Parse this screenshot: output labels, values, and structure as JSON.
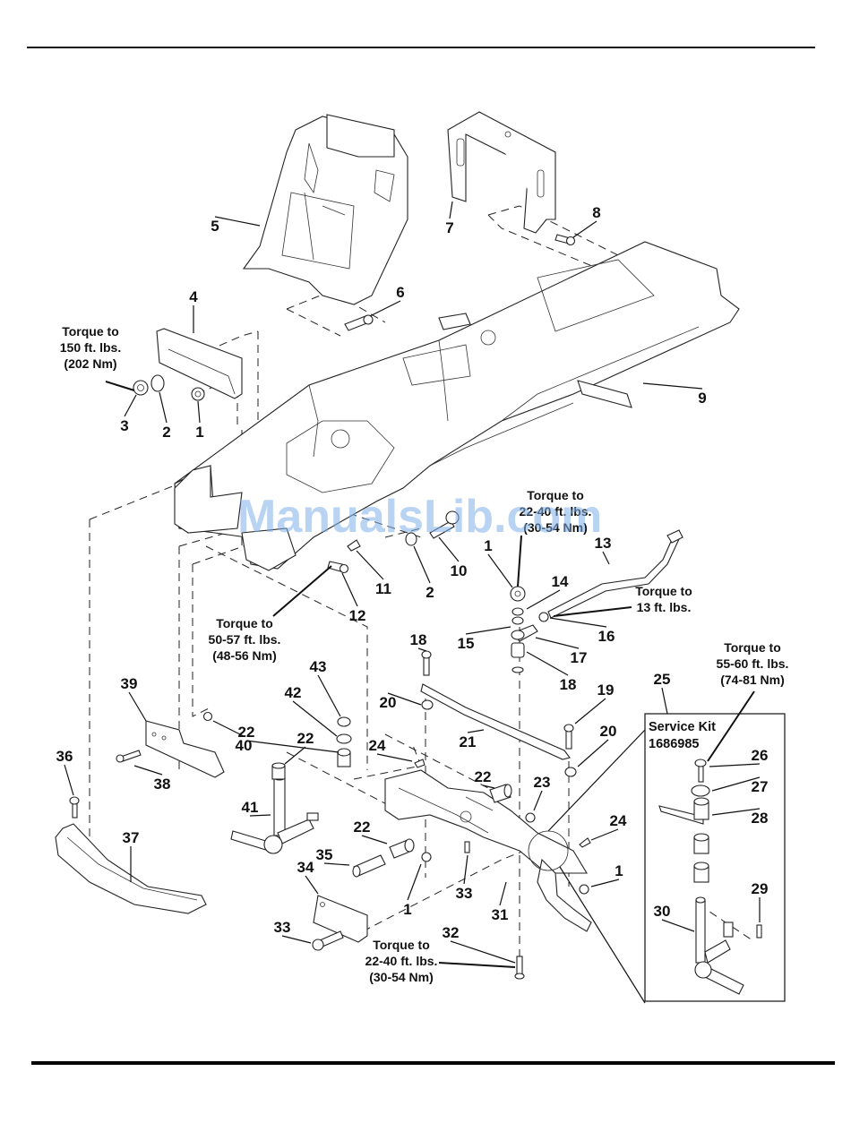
{
  "document": {
    "type": "parts-breakdown-diagram",
    "watermark": "ManualsLib.com"
  },
  "callouts": [
    {
      "id": "c1a",
      "label": "1"
    },
    {
      "id": "c2a",
      "label": "2"
    },
    {
      "id": "c3",
      "label": "3"
    },
    {
      "id": "c4",
      "label": "4"
    },
    {
      "id": "c5",
      "label": "5"
    },
    {
      "id": "c6",
      "label": "6"
    },
    {
      "id": "c7",
      "label": "7"
    },
    {
      "id": "c8",
      "label": "8"
    },
    {
      "id": "c9",
      "label": "9"
    },
    {
      "id": "c10",
      "label": "10"
    },
    {
      "id": "c2b",
      "label": "2"
    },
    {
      "id": "c11",
      "label": "11"
    },
    {
      "id": "c12",
      "label": "12"
    },
    {
      "id": "c1b",
      "label": "1"
    },
    {
      "id": "c13",
      "label": "13"
    },
    {
      "id": "c14",
      "label": "14"
    },
    {
      "id": "c15",
      "label": "15"
    },
    {
      "id": "c16",
      "label": "16"
    },
    {
      "id": "c17",
      "label": "17"
    },
    {
      "id": "c18a",
      "label": "18"
    },
    {
      "id": "c18b",
      "label": "18"
    },
    {
      "id": "c19",
      "label": "19"
    },
    {
      "id": "c20a",
      "label": "20"
    },
    {
      "id": "c20b",
      "label": "20"
    },
    {
      "id": "c21",
      "label": "21"
    },
    {
      "id": "c22a",
      "label": "22"
    },
    {
      "id": "c22b",
      "label": "22"
    },
    {
      "id": "c22c",
      "label": "22"
    },
    {
      "id": "c22d",
      "label": "22"
    },
    {
      "id": "c23",
      "label": "23"
    },
    {
      "id": "c24a",
      "label": "24"
    },
    {
      "id": "c24b",
      "label": "24"
    },
    {
      "id": "c25",
      "label": "25"
    },
    {
      "id": "c26",
      "label": "26"
    },
    {
      "id": "c27",
      "label": "27"
    },
    {
      "id": "c28",
      "label": "28"
    },
    {
      "id": "c29",
      "label": "29"
    },
    {
      "id": "c30",
      "label": "30"
    },
    {
      "id": "c31",
      "label": "31"
    },
    {
      "id": "c32",
      "label": "32"
    },
    {
      "id": "c33a",
      "label": "33"
    },
    {
      "id": "c33b",
      "label": "33"
    },
    {
      "id": "c34",
      "label": "34"
    },
    {
      "id": "c35",
      "label": "35"
    },
    {
      "id": "c1c",
      "label": "1"
    },
    {
      "id": "c1d",
      "label": "1"
    },
    {
      "id": "c36",
      "label": "36"
    },
    {
      "id": "c37",
      "label": "37"
    },
    {
      "id": "c38",
      "label": "38"
    },
    {
      "id": "c39",
      "label": "39"
    },
    {
      "id": "c40",
      "label": "40"
    },
    {
      "id": "c41",
      "label": "41"
    },
    {
      "id": "c42",
      "label": "42"
    },
    {
      "id": "c43",
      "label": "43"
    }
  ],
  "torque_notes": [
    {
      "id": "t1",
      "lines": [
        "Torque to",
        "150 ft. lbs.",
        "(202 Nm)"
      ]
    },
    {
      "id": "t2",
      "lines": [
        "Torque to",
        "22-40 ft. lbs.",
        "(30-54 Nm)"
      ]
    },
    {
      "id": "t3",
      "lines": [
        "Torque to",
        "13 ft. lbs."
      ]
    },
    {
      "id": "t4",
      "lines": [
        "Torque to",
        "50-57 ft. lbs.",
        "(48-56 Nm)"
      ]
    },
    {
      "id": "t5",
      "lines": [
        "Torque to",
        "55-60 ft. lbs.",
        "(74-81 Nm)"
      ]
    },
    {
      "id": "t6",
      "lines": [
        "Torque to",
        "22-40 ft. lbs.",
        "(30-54 Nm)"
      ]
    }
  ],
  "service_kit": {
    "title": "Service Kit",
    "number": "1686985"
  }
}
